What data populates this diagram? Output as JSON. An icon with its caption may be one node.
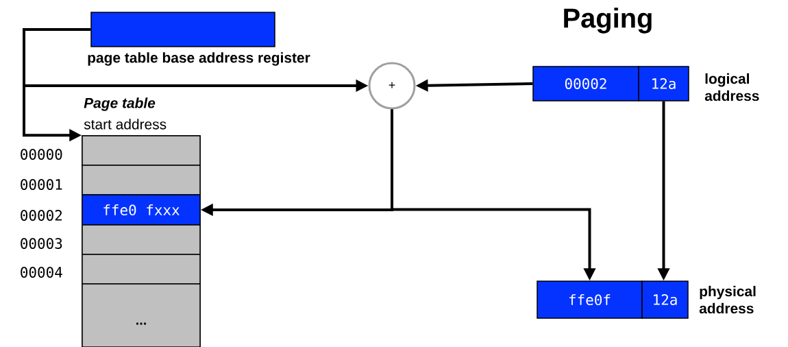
{
  "diagram": {
    "title": "Paging",
    "nodes": [
      {
        "text": [],
        "shape": "box",
        "beside": [
          "page table base address register"
        ]
      },
      {
        "text": [
          "+"
        ]
      },
      {
        "text": [
          "*Page table*",
          "start address"
        ]
      },
      {
        "text": [],
        "shape": "box",
        "in": 2,
        "beside": [
          "00000"
        ]
      },
      {
        "text": [],
        "shape": "box",
        "in": 2,
        "beside": [
          "00001"
        ]
      },
      {
        "text": [
          "ffe0 fxxx"
        ],
        "in": 2,
        "beside": [
          "00002"
        ]
      },
      {
        "text": [],
        "shape": "box",
        "in": 2,
        "beside": [
          "00003"
        ]
      },
      {
        "text": [],
        "shape": "box",
        "in": 2,
        "beside": [
          "00004"
        ]
      },
      {
        "text": [
          "..."
        ],
        "in": 2
      },
      {
        "text": [
          "00002"
        ]
      },
      {
        "text": [
          "12a"
        ],
        "beside": [
          "logical address"
        ]
      },
      {
        "text": [
          "ffe0f"
        ]
      },
      {
        "text": [
          "12a"
        ],
        "beside": [
          "physical address"
        ]
      }
    ],
    "edges": [
      {
        "from": 0,
        "to": 1,
        "arrow": "to"
      },
      {
        "from": 0,
        "to": 2,
        "arrow": "to"
      },
      {
        "from": 9,
        "to": 1,
        "arrow": "to"
      },
      {
        "from": 1,
        "to": 5,
        "arrow": "to"
      },
      {
        "from": 1,
        "to": 11,
        "arrow": "to"
      },
      {
        "from": 10,
        "to": 12,
        "arrow": "to"
      }
    ]
  }
}
